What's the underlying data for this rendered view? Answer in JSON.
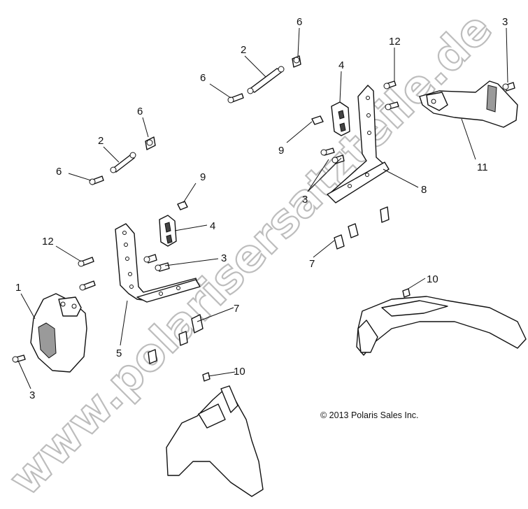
{
  "watermark": "www.polarisersatzteile.de",
  "copyright": "© 2013 Polaris Sales Inc.",
  "callouts": {
    "c1": "1",
    "c2a": "2",
    "c2b": "2",
    "c3a": "3",
    "c3b": "3",
    "c3c": "3",
    "c3d": "3",
    "c4a": "4",
    "c4b": "4",
    "c5": "5",
    "c6a": "6",
    "c6b": "6",
    "c6c": "6",
    "c6d": "6",
    "c7a": "7",
    "c7b": "7",
    "c8": "8",
    "c9a": "9",
    "c9b": "9",
    "c10a": "10",
    "c10b": "10",
    "c11": "11",
    "c12a": "12",
    "c12b": "12"
  }
}
